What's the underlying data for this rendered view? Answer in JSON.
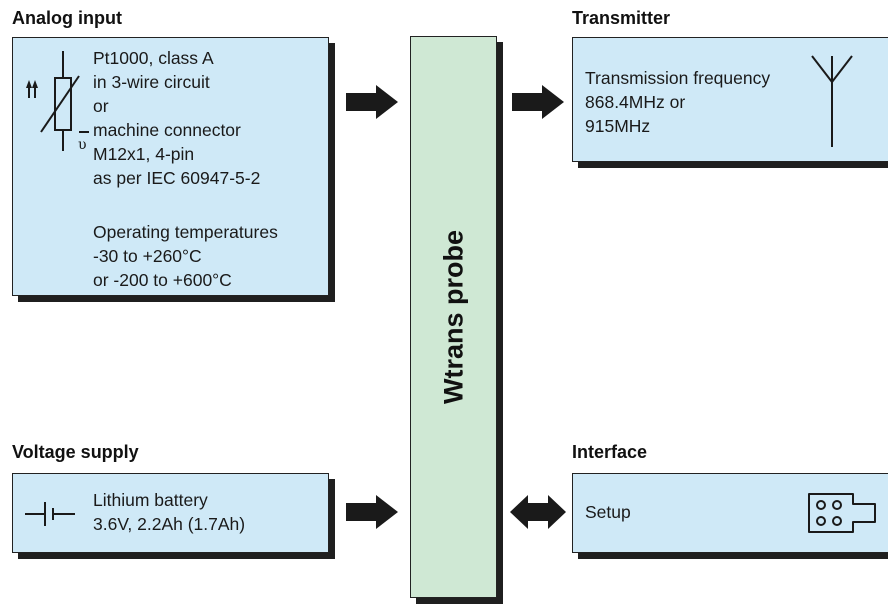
{
  "analog": {
    "title": "Analog input",
    "lines": [
      "Pt1000, class A",
      "in 3-wire circuit",
      "or",
      "machine connector",
      "M12x1, 4-pin",
      "as per IEC 60947-5-2",
      "",
      "Operating temperatures",
      "-30 to +260°C",
      "or -200 to +600°C"
    ]
  },
  "transmitter": {
    "title": "Transmitter",
    "lines": [
      "Transmission frequency",
      "868.4MHz or",
      "915MHz"
    ]
  },
  "voltage": {
    "title": "Voltage supply",
    "lines": [
      "Lithium battery",
      "3.6V, 2.2Ah (1.7Ah)"
    ]
  },
  "interface": {
    "title": "Interface",
    "lines": [
      "Setup"
    ]
  },
  "probe": {
    "label": "Wtrans probe"
  },
  "icons": {
    "analog": "thermistor-symbol-icon",
    "transmitter": "antenna-icon",
    "voltage": "battery-symbol-icon",
    "interface": "connector-plug-icon"
  }
}
